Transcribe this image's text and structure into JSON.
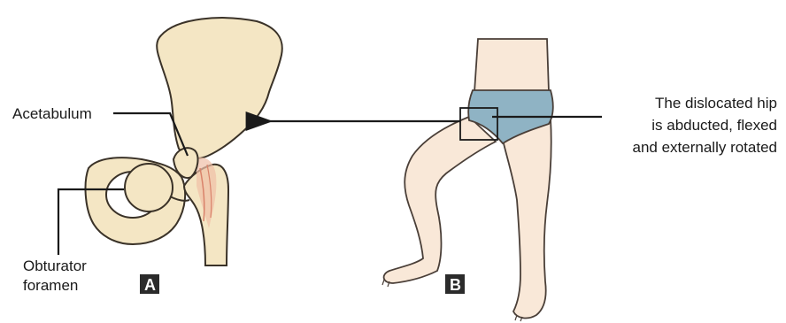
{
  "panel_a": {
    "label_acetabulum": "Acetabulum",
    "label_obturator_line1": "Obturator",
    "label_obturator_line2": "foramen",
    "badge": "A"
  },
  "panel_b": {
    "annotation_line1": "The dislocated hip",
    "annotation_line2": "is abducted, flexed",
    "annotation_line3": "and externally rotated",
    "badge": "B"
  },
  "colors": {
    "bone_fill": "#f4e6c4",
    "bone_stroke": "#3a3228",
    "skin_fill": "#f9e8d8",
    "briefs_fill": "#8fb3c4",
    "badge_fill": "#2b2b2b"
  }
}
